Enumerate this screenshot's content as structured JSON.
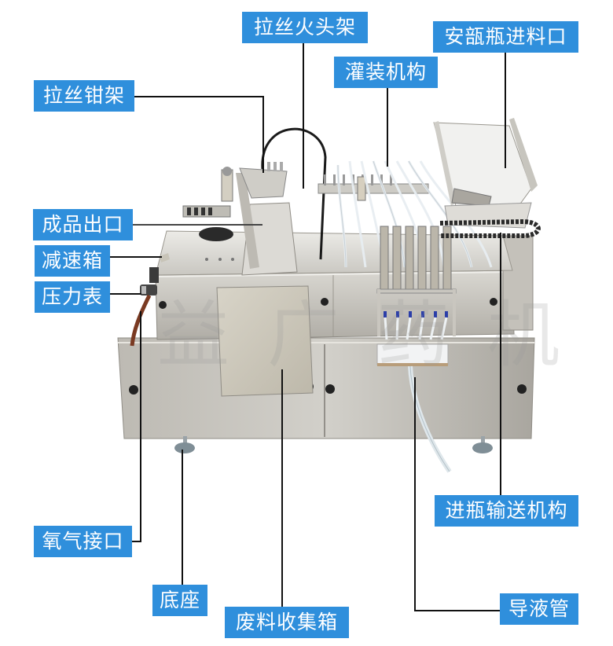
{
  "diagram": {
    "subject": "Ampoule filling and sealing machine",
    "watermark": "益广药机",
    "colors": {
      "label_bg": "#2f8fdc",
      "label_text": "#ffffff",
      "leader_line": "#111111",
      "steel_light": "#d4d2cc",
      "steel_mid": "#b8b5ad",
      "steel_dark": "#8f8c85"
    },
    "labels": {
      "wire_drawing_burner_rack": "拉丝火头架",
      "ampoule_infeed": "安瓿瓶进料口",
      "filling_mechanism": "灌装机构",
      "wire_drawing_clamp_rack": "拉丝钳架",
      "finished_product_outlet": "成品出口",
      "gearbox": "减速箱",
      "pressure_gauge": "压力表",
      "oxygen_inlet": "氧气接口",
      "base_foot": "底座",
      "waste_collection_box": "废料收集箱",
      "bottle_feed_conveyor": "进瓶输送机构",
      "liquid_guide_tube": "导液管"
    }
  }
}
